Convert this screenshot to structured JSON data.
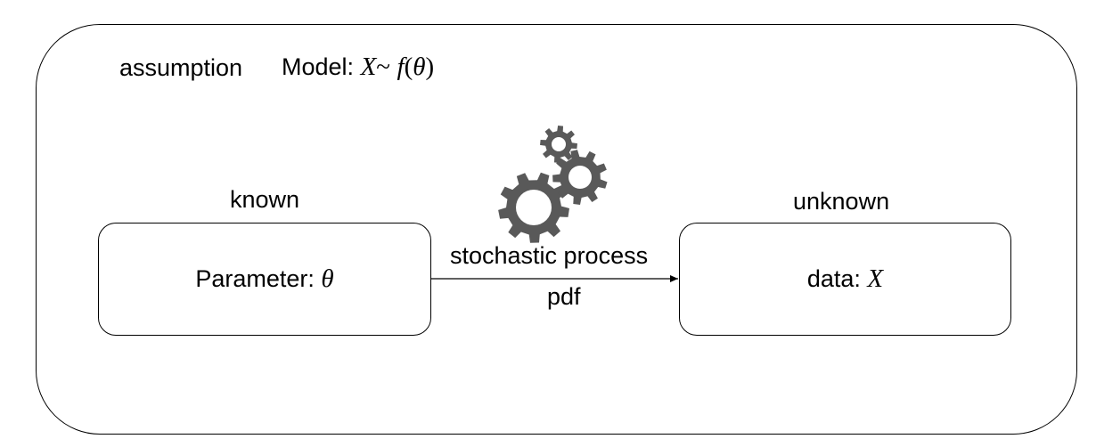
{
  "frame": {
    "assumption_label": "assumption",
    "model_label": "Model:",
    "model_var": "X",
    "model_tilde": "~",
    "model_func": "f",
    "model_open": "(",
    "model_param": "θ",
    "model_close": ")"
  },
  "left_node": {
    "header": "known",
    "label": "Parameter:",
    "symbol": "θ"
  },
  "right_node": {
    "header": "unknown",
    "label": "data:",
    "symbol": "X"
  },
  "edge": {
    "label_top": "stochastic process",
    "label_bottom": "pdf"
  },
  "icons": {
    "gears": "gears-icon",
    "gear_color": "#595959"
  }
}
